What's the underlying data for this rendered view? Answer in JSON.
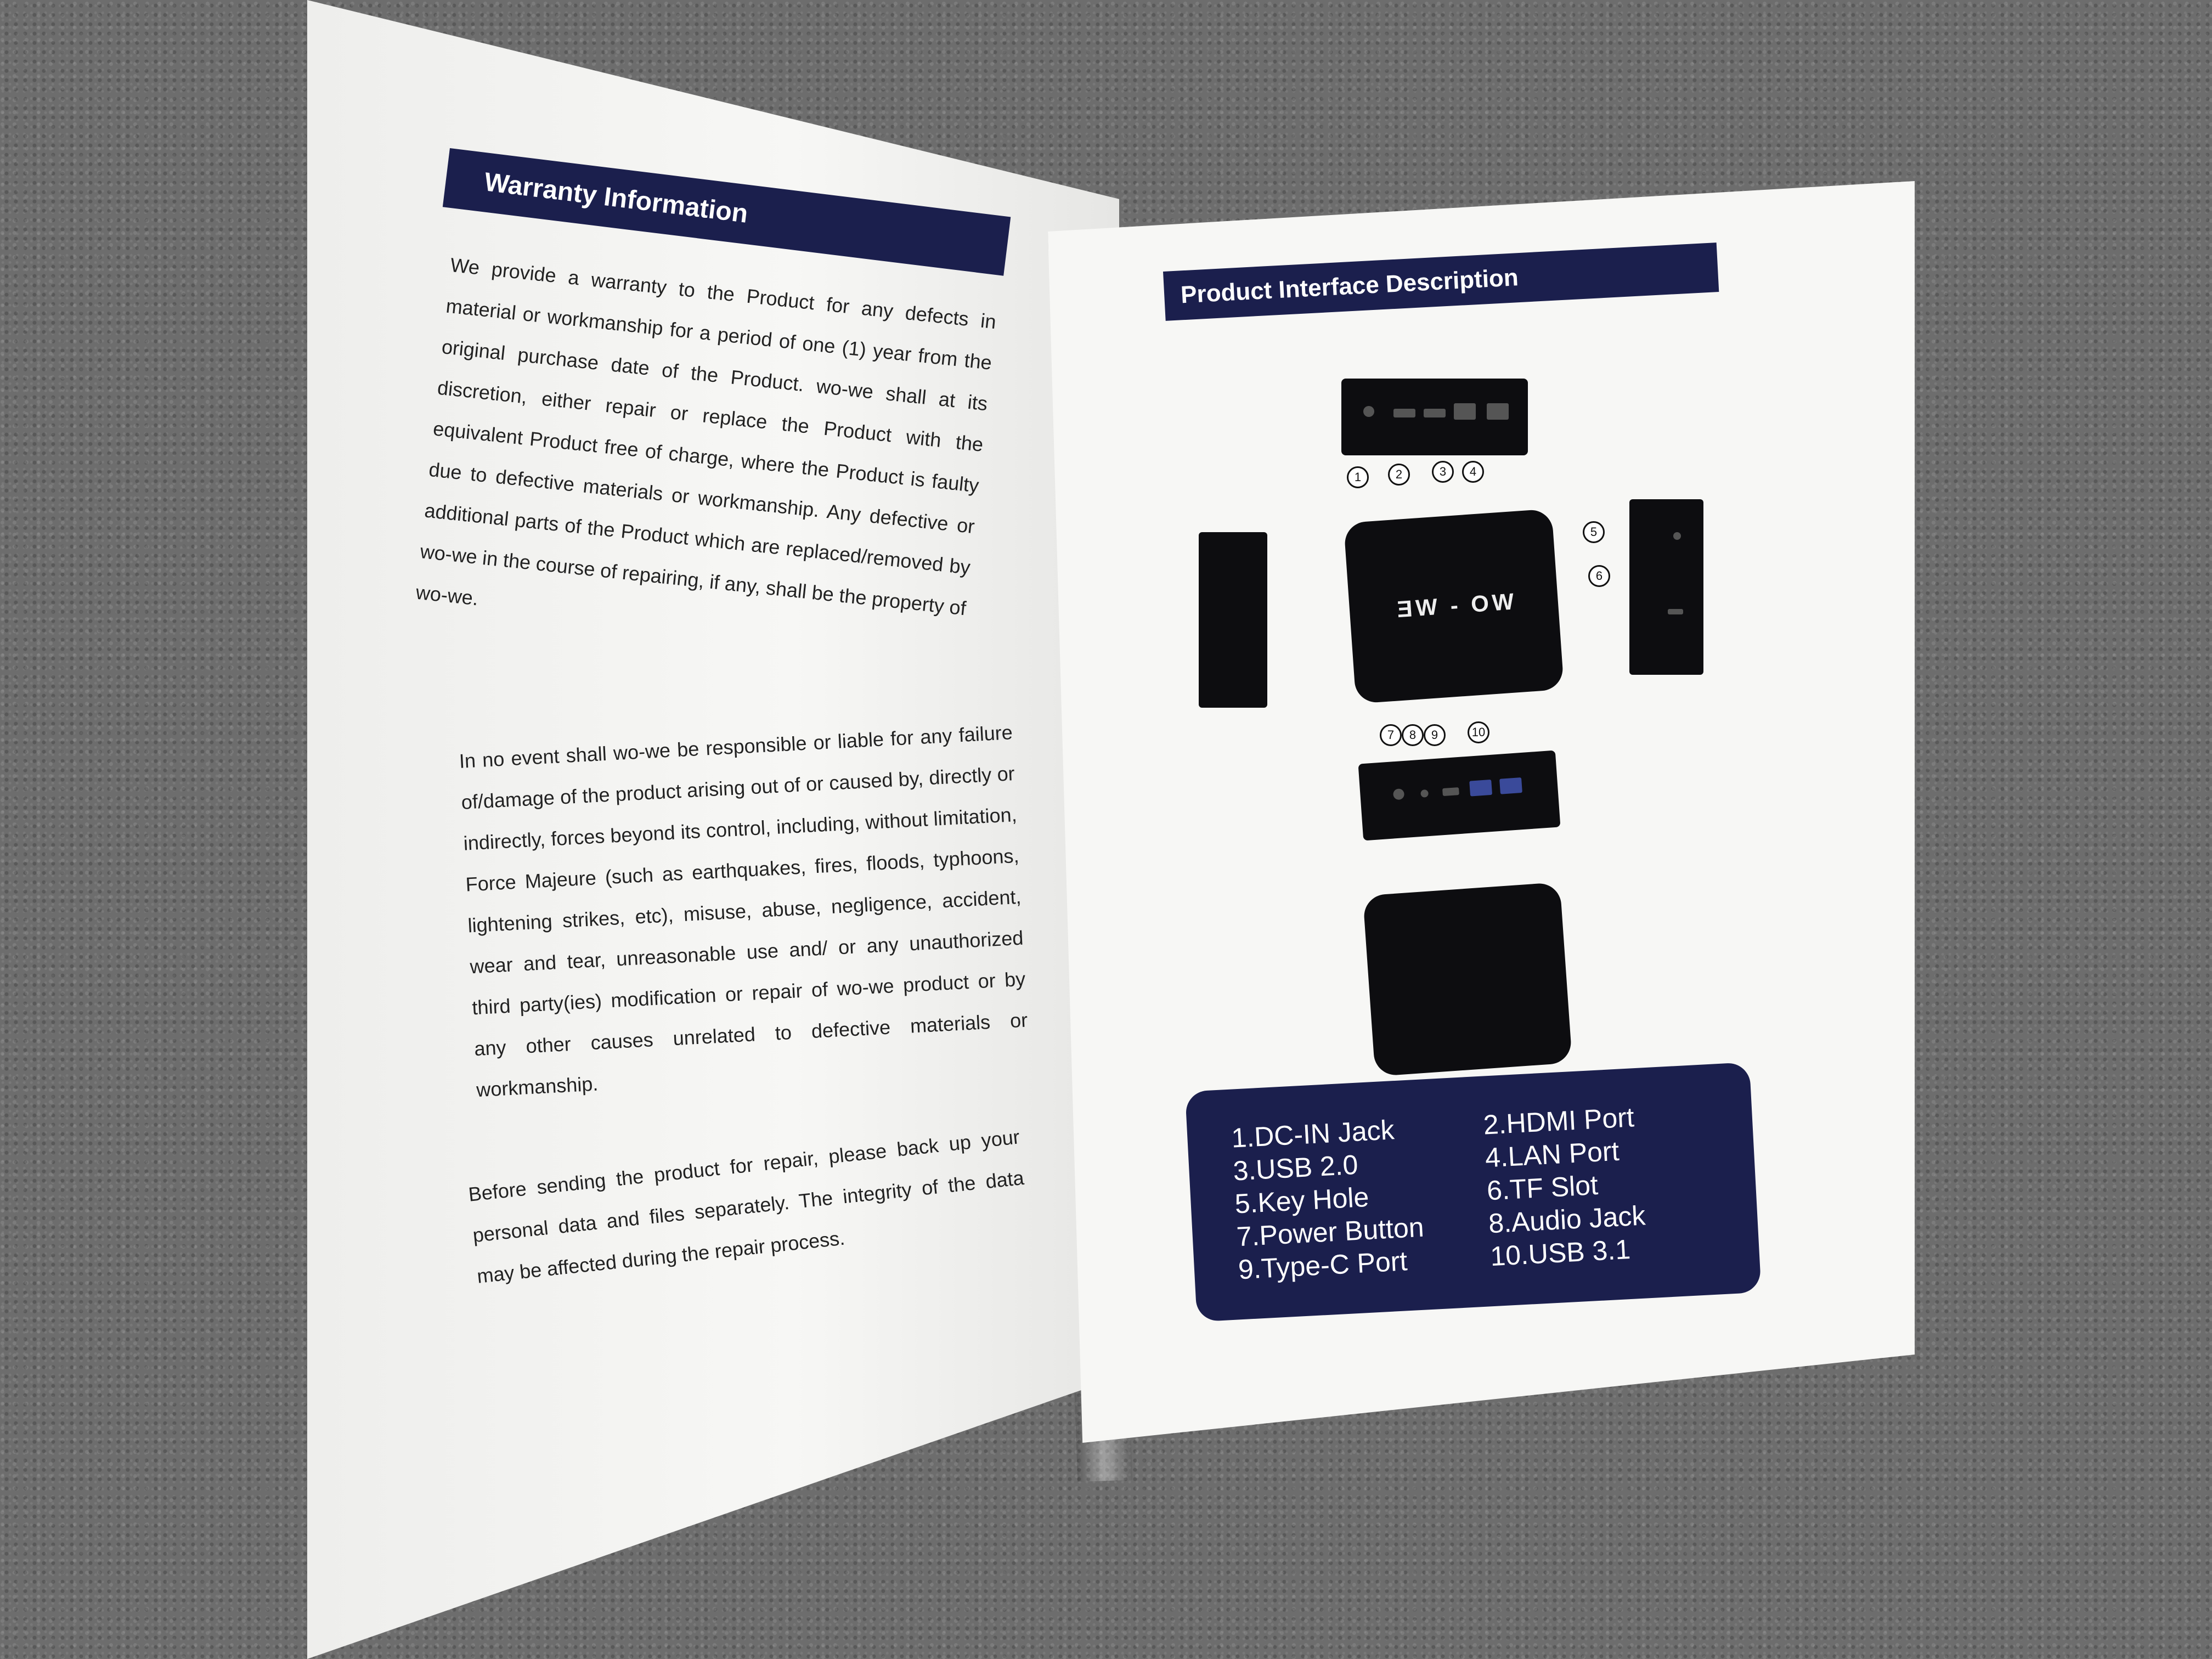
{
  "warranty": {
    "heading": "Warranty Information",
    "paragraph1": "We provide a warranty to the Product for any defects in material or workmanship for a period of one (1) year from the original purchase date of the Product. wo-we shall at its discretion, either repair or replace the Product with the equivalent Product free of charge, where the Product is faulty due to defective materials or workmanship. Any defective or additional parts of the Product which are replaced/removed by wo-we in the course of repairing, if any, shall be the property of wo-we.",
    "paragraph2": "In no event shall wo-we be responsible or liable for any failure of/damage of the product arising out of or caused by, directly or indirectly, forces beyond its control, including, without limitation, Force Majeure (such as earthquakes, fires, floods, typhoons, lightening strikes, etc), misuse, abuse, negligence, accident, wear and tear, unreasonable use and/ or any unauthorized third party(ies) modification or repair of wo-we product or by any other causes unrelated to defective materials or workmanship.",
    "paragraph3": "Before sending the product for repair, please back up your personal data and files separately. The integrity of the data may be affected during the repair process."
  },
  "interface": {
    "heading": "Product Interface Description",
    "brand_on_device": "WO - WE",
    "callouts": [
      "1",
      "2",
      "3",
      "4",
      "5",
      "6",
      "7",
      "8",
      "9",
      "10"
    ],
    "legend": [
      "1.DC-IN Jack",
      "2.HDMI Port",
      "3.USB 2.0",
      "4.LAN Port",
      "5.Key Hole",
      "6.TF Slot",
      "7.Power Button",
      "8.Audio Jack",
      "9.Type-C Port",
      "10.USB 3.1"
    ]
  },
  "colors": {
    "heading_bg": "#1b1f4d",
    "paper": "#f4f4f2",
    "carpet": "#6d6d6d"
  }
}
